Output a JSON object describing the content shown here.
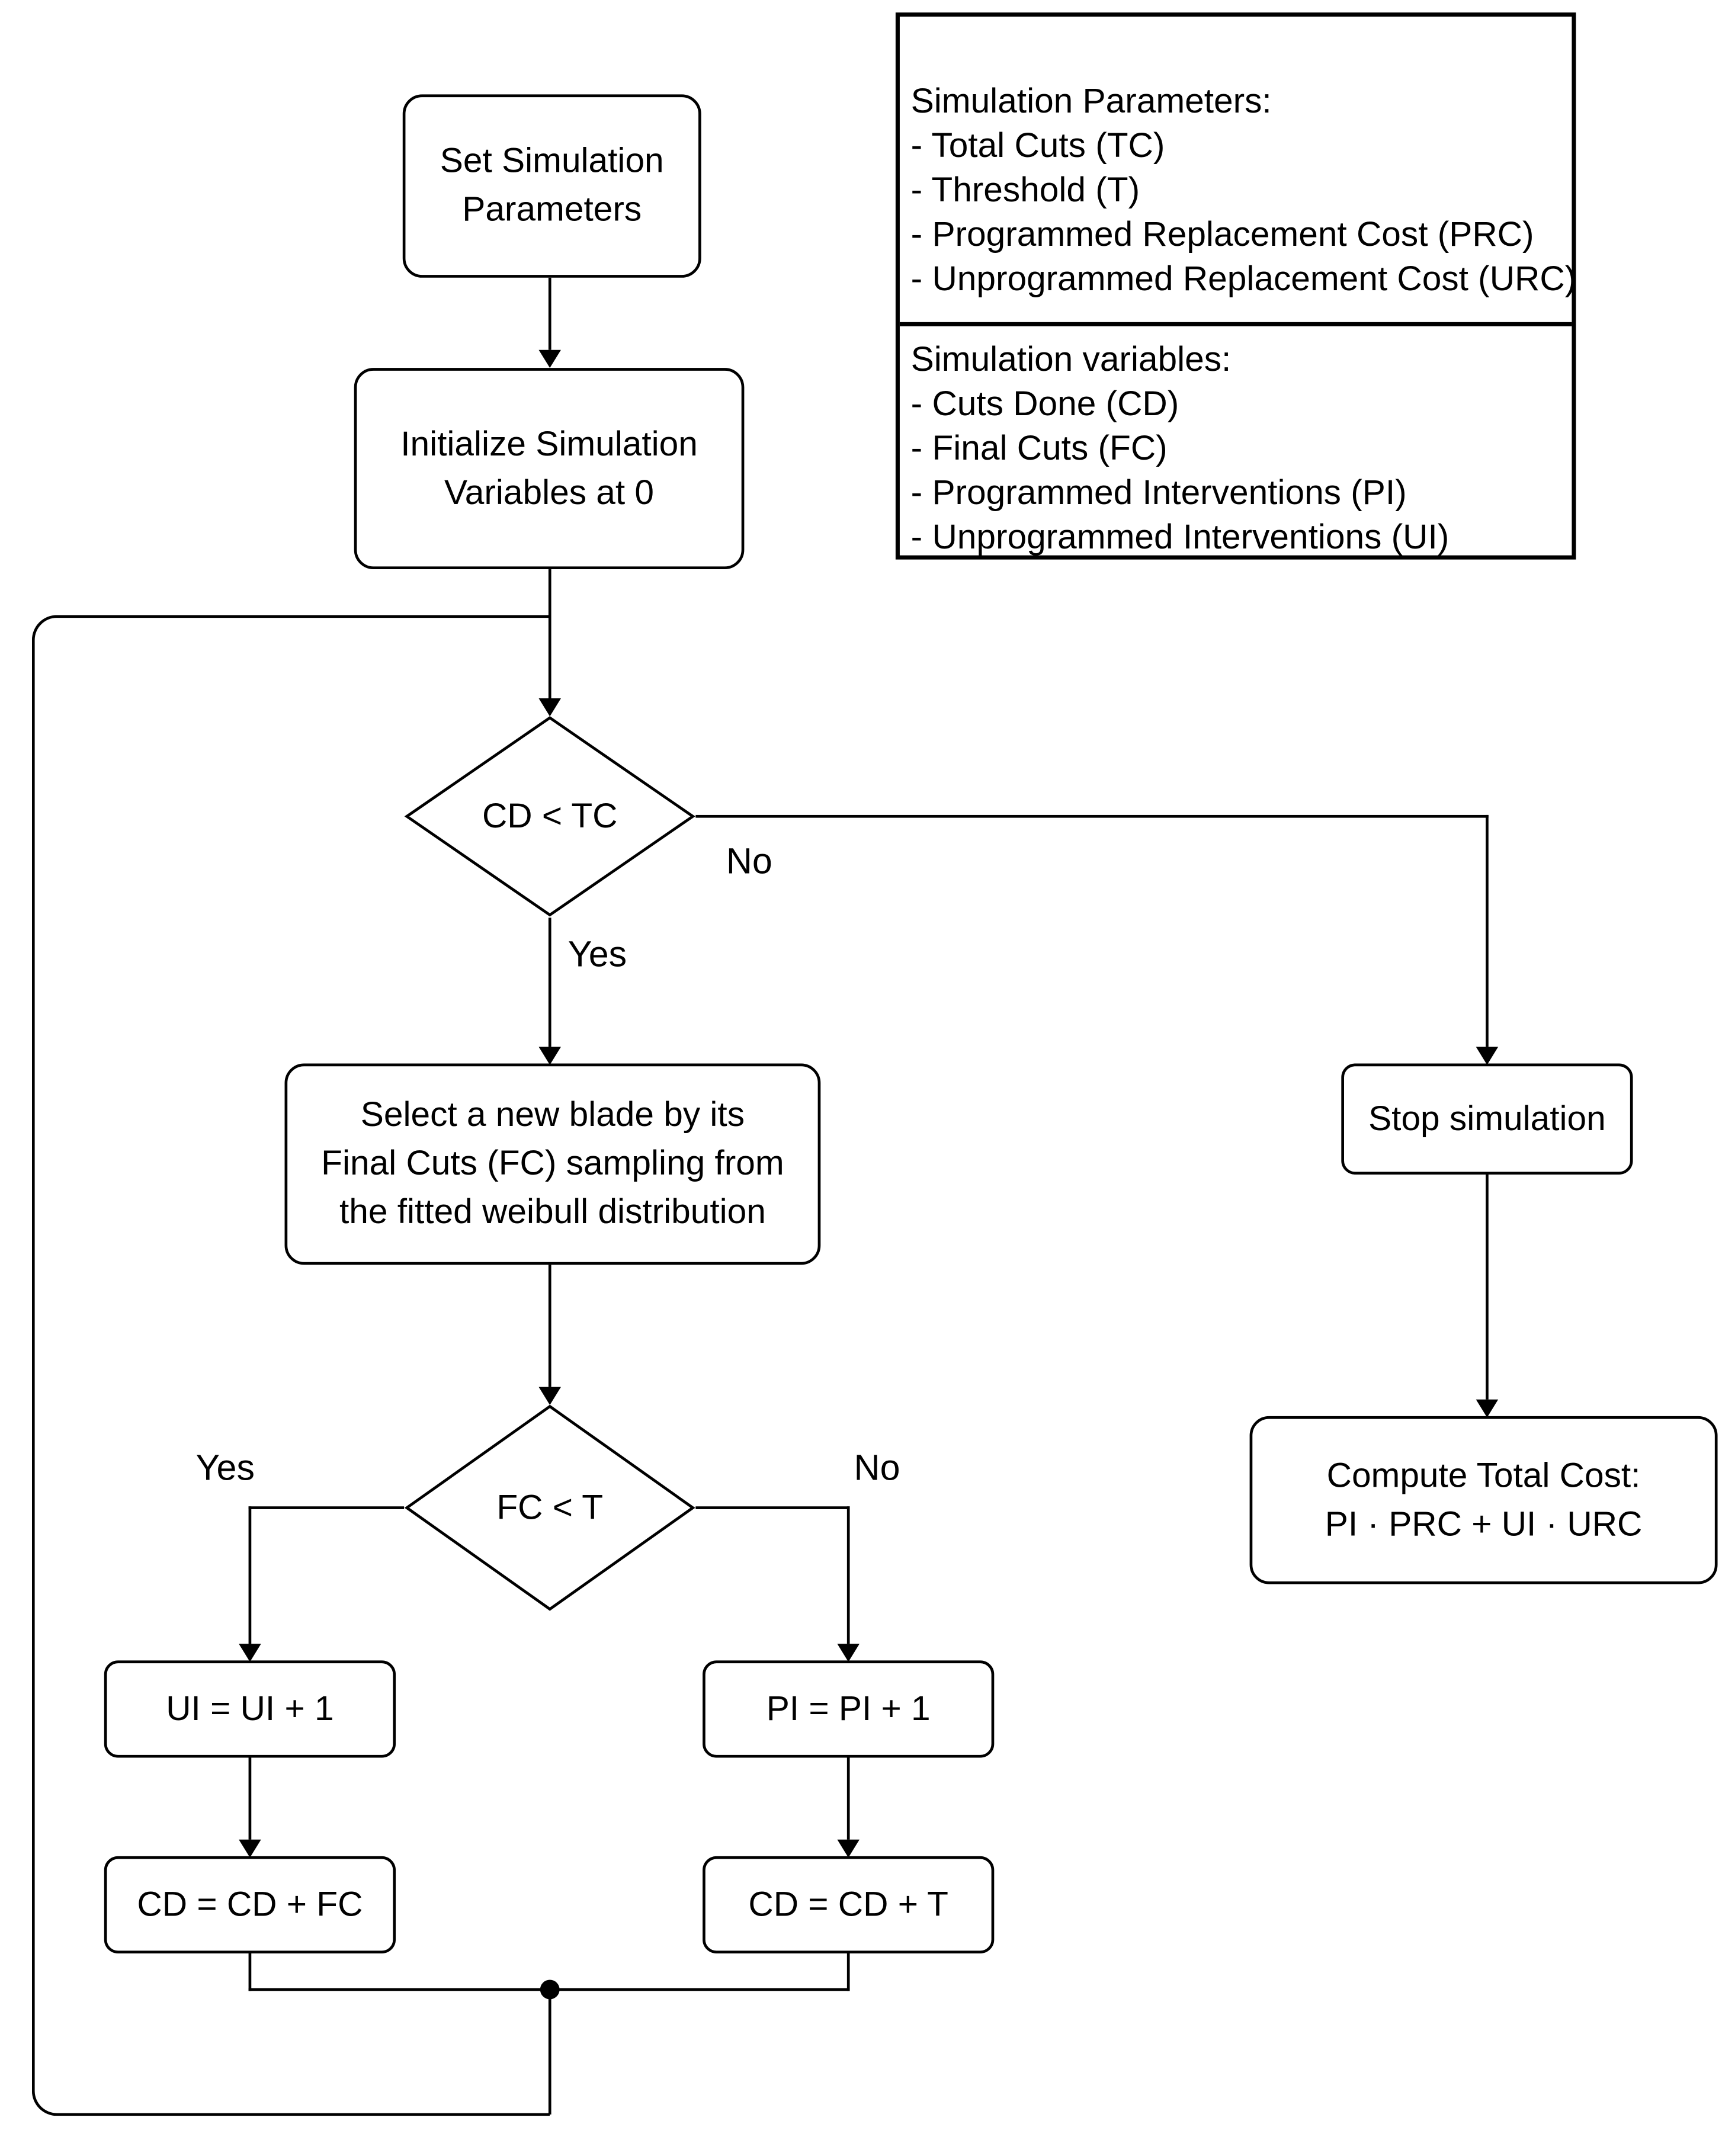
{
  "nodes": {
    "set_params": "Set Simulation\nParameters",
    "initialize": "Initialize Simulation\nVariables at 0",
    "cd_tc_condition": "CD < TC",
    "select_blade": "Select a new blade by its\nFinal Cuts (FC) sampling from\nthe fitted weibull distribution",
    "fc_t_condition": "FC < T",
    "ui_increment": "UI = UI + 1",
    "pi_increment": "PI = PI + 1",
    "cd_plus_fc": "CD = CD + FC",
    "cd_plus_t": "CD = CD + T",
    "stop": "Stop simulation",
    "compute": "Compute Total Cost:\nPI · PRC + UI · URC"
  },
  "edge_labels": {
    "cd_tc_no": "No",
    "cd_tc_yes": "Yes",
    "fc_t_yes": "Yes",
    "fc_t_no": "No"
  },
  "legend": {
    "parameters": {
      "title": "Simulation Parameters:",
      "items": [
        "- Total Cuts (TC)",
        "- Threshold (T)",
        "- Programmed Replacement Cost (PRC)",
        "- Unprogrammed Replacement Cost (URC)"
      ]
    },
    "variables": {
      "title": "Simulation variables:",
      "items": [
        "- Cuts Done (CD)",
        "- Final Cuts (FC)",
        "- Programmed Interventions (PI)",
        "- Unprogrammed Interventions (UI)"
      ]
    }
  },
  "colors": {
    "line": "#000000",
    "background": "#ffffff"
  }
}
